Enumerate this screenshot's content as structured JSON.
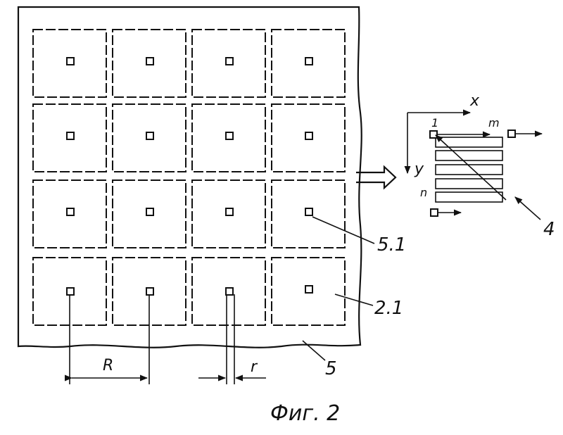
{
  "labels": {
    "pixel_pad": "5.1",
    "cell": "2.1",
    "scan_ref": "4",
    "substrate": "5",
    "pitch": "R",
    "gap": "r",
    "x_axis": "x",
    "y_axis": "y",
    "row_start": "1",
    "row_end": "m",
    "row_last": "n",
    "caption": "Фиг. 2"
  }
}
